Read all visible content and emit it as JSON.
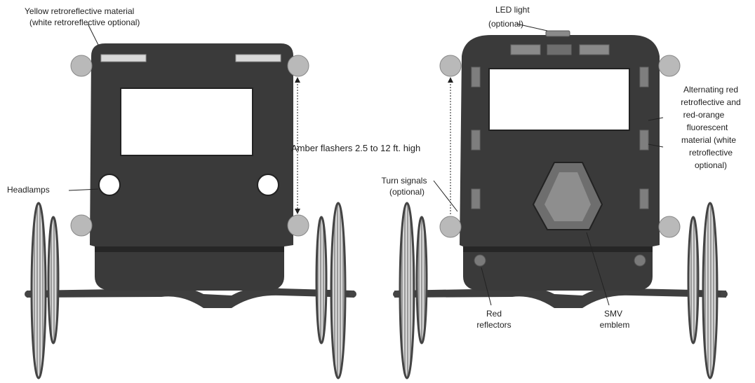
{
  "diagram": {
    "front_view": {
      "labels": {
        "yellow_material_line1": "Yellow retroreflective material",
        "yellow_material_line2": "(white retroreflective optional)",
        "headlamps": "Headlamps",
        "amber_flashers": "Amber flashers 2.5 to 12 ft. high"
      }
    },
    "rear_view": {
      "labels": {
        "led_line1": "LED light",
        "led_line2": "(optional)",
        "turn_line1": "Turn signals",
        "turn_line2": "(optional)",
        "red_reflectors_line1": "Red",
        "red_reflectors_line2": "reflectors",
        "smv_line1": "SMV",
        "smv_line2": "emblem",
        "alt_line1": "Alternating red",
        "alt_line2": "retroflective and",
        "alt_line3": "red-orange",
        "alt_line4": "fluorescent",
        "alt_line5": "material (white",
        "alt_line6": "retroflective",
        "alt_line7": "optional)"
      }
    }
  },
  "colors": {
    "body": "#3a3a3a",
    "body_dark": "#262626",
    "window": "#ffffff",
    "flasher": "#b9b9b9",
    "reflective_strip": "#8a8a8a",
    "smv": "#7a7a7a",
    "wheel": "#5a5a5a"
  }
}
